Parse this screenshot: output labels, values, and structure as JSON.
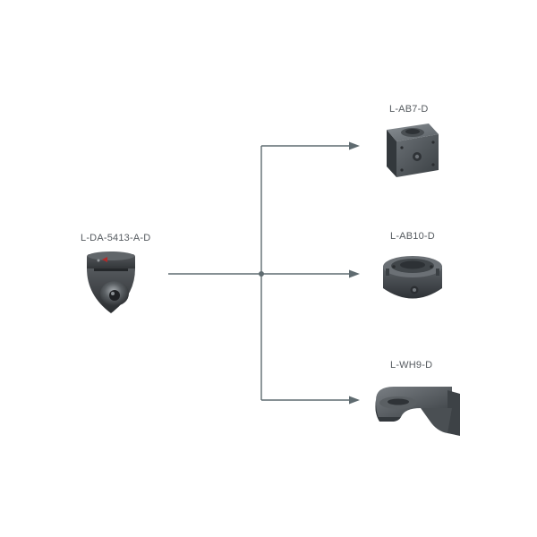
{
  "diagram": {
    "source": {
      "label": "L-DA-5413-A-D",
      "icon": "dome-camera-icon"
    },
    "targets": [
      {
        "label": "L-AB7-D",
        "icon": "junction-box-square-icon"
      },
      {
        "label": "L-AB10-D",
        "icon": "junction-box-round-icon"
      },
      {
        "label": "L-WH9-D",
        "icon": "wall-mount-bracket-icon"
      }
    ],
    "colors": {
      "connector": "#5f6b70",
      "product": "#3f4448",
      "label": "#555a5f"
    }
  }
}
